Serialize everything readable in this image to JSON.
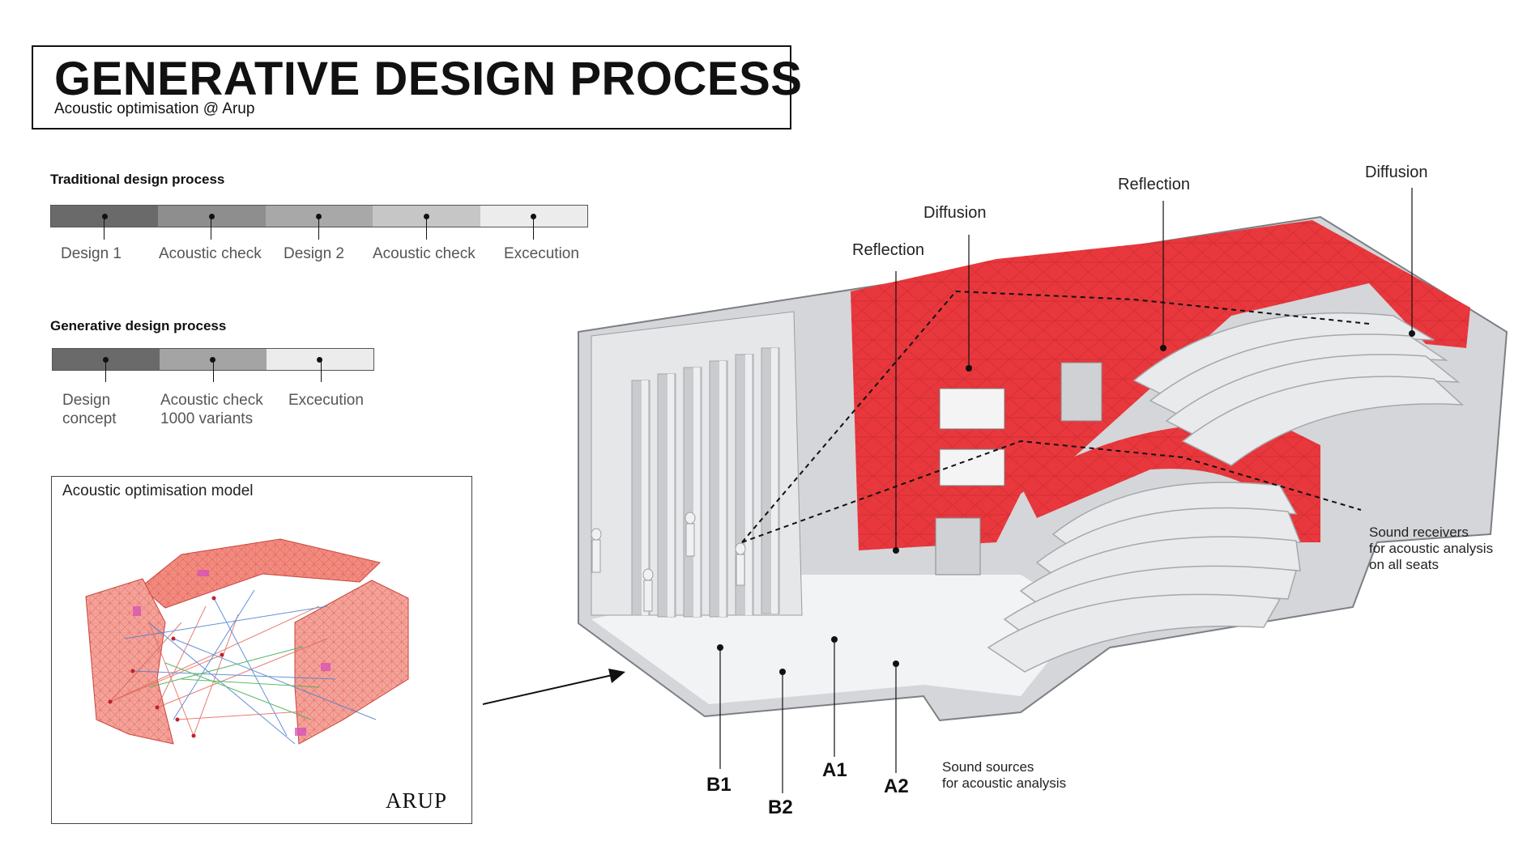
{
  "header": {
    "title": "GENERATIVE DESIGN PROCESS",
    "subtitle": "Acoustic optimisation @ Arup"
  },
  "traditional": {
    "title": "Traditional design process",
    "steps": [
      {
        "label": "Design 1",
        "color": "#6a6a6a"
      },
      {
        "label": "Acoustic check",
        "color": "#8e8e8e"
      },
      {
        "label": "Design 2",
        "color": "#a8a8a8"
      },
      {
        "label": "Acoustic check",
        "color": "#c6c6c6"
      },
      {
        "label": "Excecution",
        "color": "#ececec"
      }
    ]
  },
  "generative": {
    "title": "Generative design process",
    "steps": [
      {
        "line1": "Design",
        "line2": "concept",
        "color": "#6a6a6a"
      },
      {
        "line1": "Acoustic check",
        "line2": "1000 variants",
        "color": "#a4a4a4"
      },
      {
        "line1": "Excecution",
        "line2": "",
        "color": "#ececec"
      }
    ]
  },
  "model": {
    "title": "Acoustic optimisation model",
    "logo": "ARUP"
  },
  "callouts": {
    "reflection_left": "Reflection",
    "diffusion_left": "Diffusion",
    "reflection_right": "Reflection",
    "diffusion_right": "Diffusion"
  },
  "sources": {
    "b1": "B1",
    "b2": "B2",
    "a1": "A1",
    "a2": "A2",
    "note_line1": "Sound sources",
    "note_line2": "for acoustic analysis"
  },
  "receivers": {
    "line1": "Sound receivers",
    "line2": "for acoustic analysis",
    "line3": "on all seats"
  },
  "colors": {
    "accent_red": "#e8383d",
    "mesh_fill": "#f07a6e",
    "wall_grey": "#d4d6d9"
  }
}
